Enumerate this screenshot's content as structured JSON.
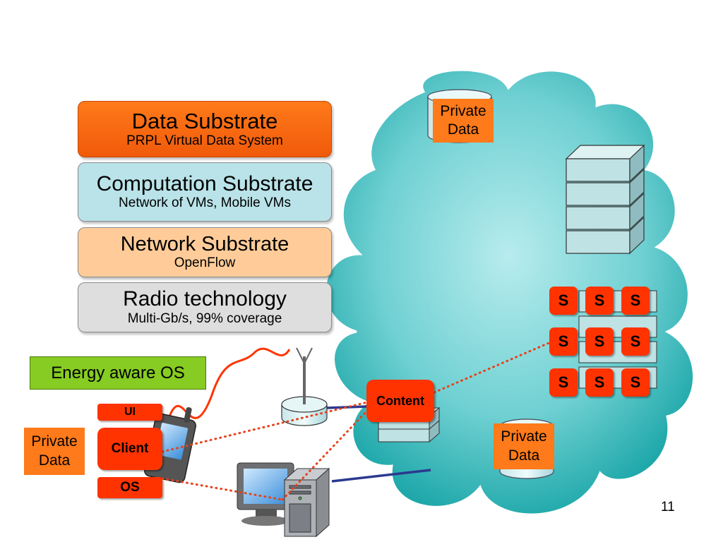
{
  "layers": [
    {
      "title": "Data Substrate",
      "subtitle": "PRPL Virtual Data System"
    },
    {
      "title": "Computation Substrate",
      "subtitle": "Network of VMs, Mobile VMs"
    },
    {
      "title": "Network Substrate",
      "subtitle": "OpenFlow"
    },
    {
      "title": "Radio technology",
      "subtitle": "Multi-Gb/s, 99% coverage"
    }
  ],
  "labels": {
    "energy_os": "Energy aware OS",
    "private_data_top": "Private Data",
    "private_data_cloud": "Private Data",
    "private_data_left": "Private Data",
    "ui": "UI",
    "client": "Client",
    "os": "OS",
    "content": "Content"
  },
  "service_tile_label": "S",
  "service_tiles": [
    "S",
    "S",
    "S",
    "S",
    "S",
    "S",
    "S",
    "S",
    "S"
  ],
  "page_number": "11",
  "colors": {
    "cloud": "#5fc9cb",
    "orange": "#ff7a1a",
    "red": "#ff3300",
    "green": "#86cc22",
    "link_blue": "#2b3a8f",
    "dotted_link": "#e8401a"
  },
  "icons": [
    "cloud",
    "database-cylinder",
    "server-stack",
    "antenna-router",
    "mobile-phone",
    "desktop-computer",
    "tower-server"
  ]
}
